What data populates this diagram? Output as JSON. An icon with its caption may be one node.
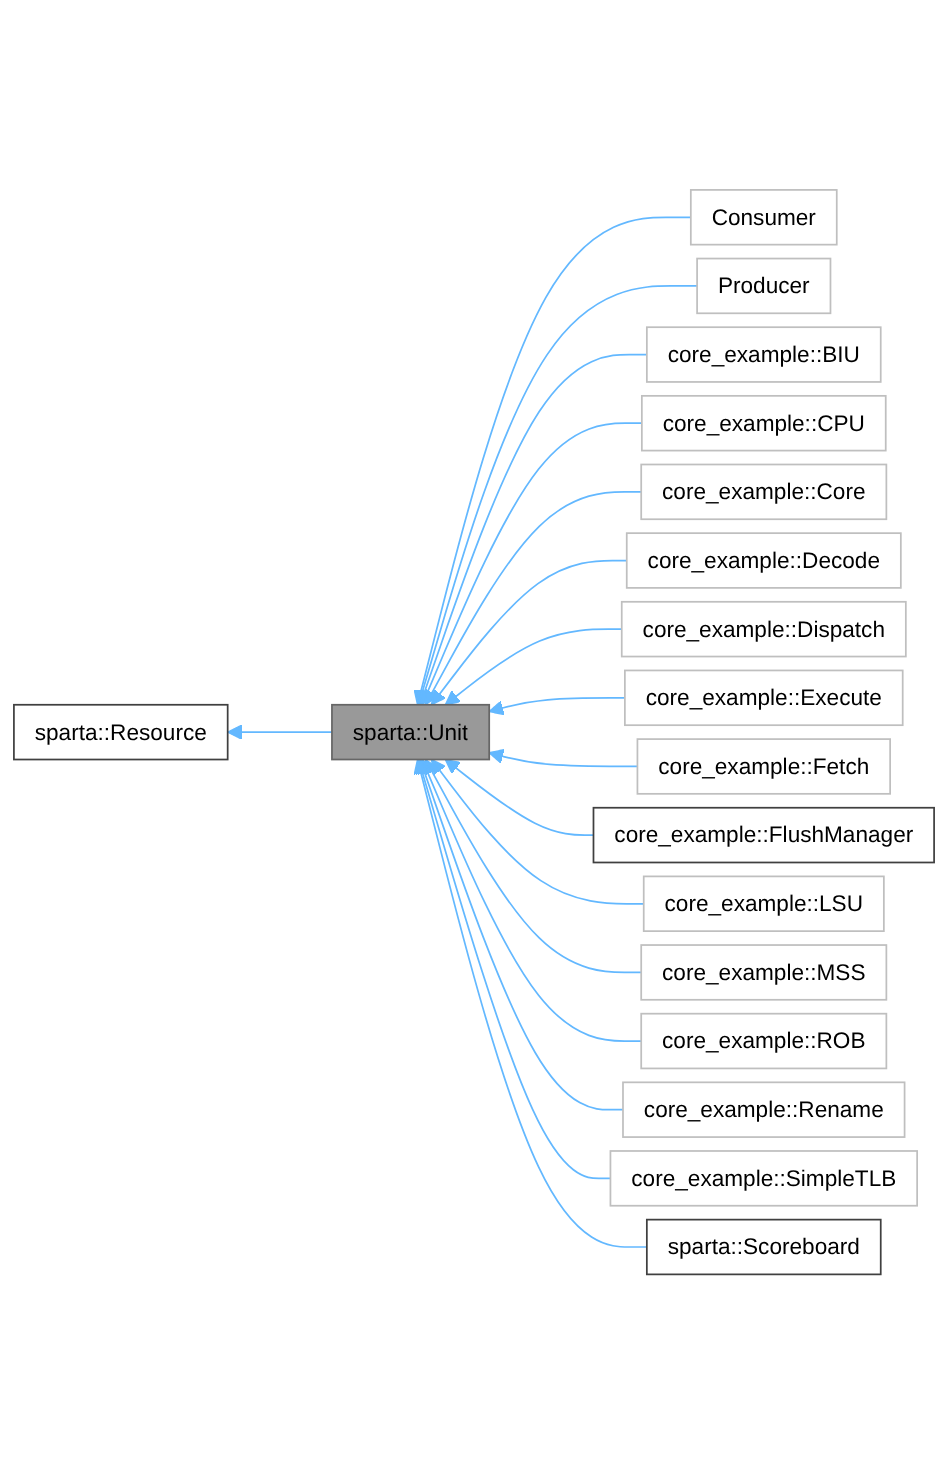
{
  "diagram": {
    "nodes": [
      {
        "text": [
          "sparta::Resource"
        ]
      },
      {
        "text": [
          "sparta::Unit"
        ]
      },
      {
        "text": [
          "Consumer"
        ]
      },
      {
        "text": [
          "Producer"
        ]
      },
      {
        "text": [
          "core_example::BIU"
        ]
      },
      {
        "text": [
          "core_example::CPU"
        ]
      },
      {
        "text": [
          "core_example::Core"
        ]
      },
      {
        "text": [
          "core_example::Decode"
        ]
      },
      {
        "text": [
          "core_example::Dispatch"
        ]
      },
      {
        "text": [
          "core_example::Execute"
        ]
      },
      {
        "text": [
          "core_example::Fetch"
        ]
      },
      {
        "text": [
          "core_example::FlushManager"
        ]
      },
      {
        "text": [
          "core_example::LSU"
        ]
      },
      {
        "text": [
          "core_example::MSS"
        ]
      },
      {
        "text": [
          "core_example::ROB"
        ]
      },
      {
        "text": [
          "core_example::Rename"
        ]
      },
      {
        "text": [
          "core_example::SimpleTLB"
        ]
      },
      {
        "text": [
          "sparta::Scoreboard"
        ]
      }
    ],
    "edges": [
      {
        "from": 1,
        "to": 0,
        "arrow": "to"
      },
      {
        "from": 2,
        "to": 1,
        "arrow": "to"
      },
      {
        "from": 3,
        "to": 1,
        "arrow": "to"
      },
      {
        "from": 4,
        "to": 1,
        "arrow": "to"
      },
      {
        "from": 5,
        "to": 1,
        "arrow": "to"
      },
      {
        "from": 6,
        "to": 1,
        "arrow": "to"
      },
      {
        "from": 7,
        "to": 1,
        "arrow": "to"
      },
      {
        "from": 8,
        "to": 1,
        "arrow": "to"
      },
      {
        "from": 9,
        "to": 1,
        "arrow": "to"
      },
      {
        "from": 10,
        "to": 1,
        "arrow": "to"
      },
      {
        "from": 11,
        "to": 1,
        "arrow": "to"
      },
      {
        "from": 12,
        "to": 1,
        "arrow": "to"
      },
      {
        "from": 13,
        "to": 1,
        "arrow": "to"
      },
      {
        "from": 14,
        "to": 1,
        "arrow": "to"
      },
      {
        "from": 15,
        "to": 1,
        "arrow": "to"
      },
      {
        "from": 16,
        "to": 1,
        "arrow": "to"
      },
      {
        "from": 17,
        "to": 1,
        "arrow": "to"
      }
    ]
  }
}
